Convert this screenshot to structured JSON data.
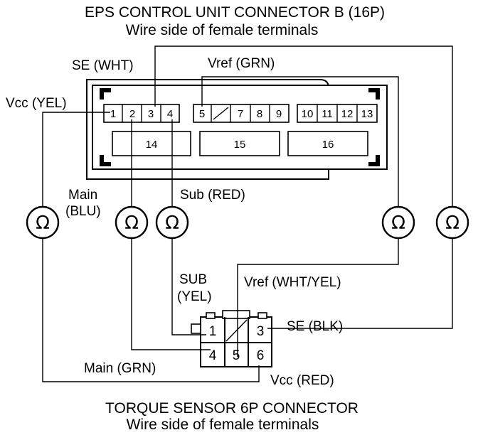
{
  "titles": {
    "top_line1": "EPS CONTROL UNIT CONNECTOR B (16P)",
    "top_line2": "Wire side of female terminals",
    "bottom_line1": "TORQUE SENSOR 6P CONNECTOR",
    "bottom_line2": "Wire side of female terminals"
  },
  "connector_b": {
    "top_row": [
      "1",
      "2",
      "3",
      "4",
      "5",
      "7",
      "8",
      "9",
      "10",
      "11",
      "12",
      "13"
    ],
    "bottom_row": [
      "14",
      "15",
      "16"
    ]
  },
  "sensor_6p": {
    "pins": [
      "1",
      "3",
      "4",
      "5",
      "6"
    ]
  },
  "labels": {
    "se_wht": "SE (WHT)",
    "vref_grn": "Vref (GRN)",
    "vcc_yel": "Vcc (YEL)",
    "main_blu_1": "Main",
    "main_blu_2": "(BLU)",
    "sub_red": "Sub (RED)",
    "sub_yel_1": "SUB",
    "sub_yel_2": "(YEL)",
    "vref_wht_yel": "Vref (WHT/YEL)",
    "se_blk": "SE (BLK)",
    "main_grn": "Main (GRN)",
    "vcc_red": "Vcc (RED)"
  },
  "meter_symbol": "Ω",
  "meter_count": 5
}
